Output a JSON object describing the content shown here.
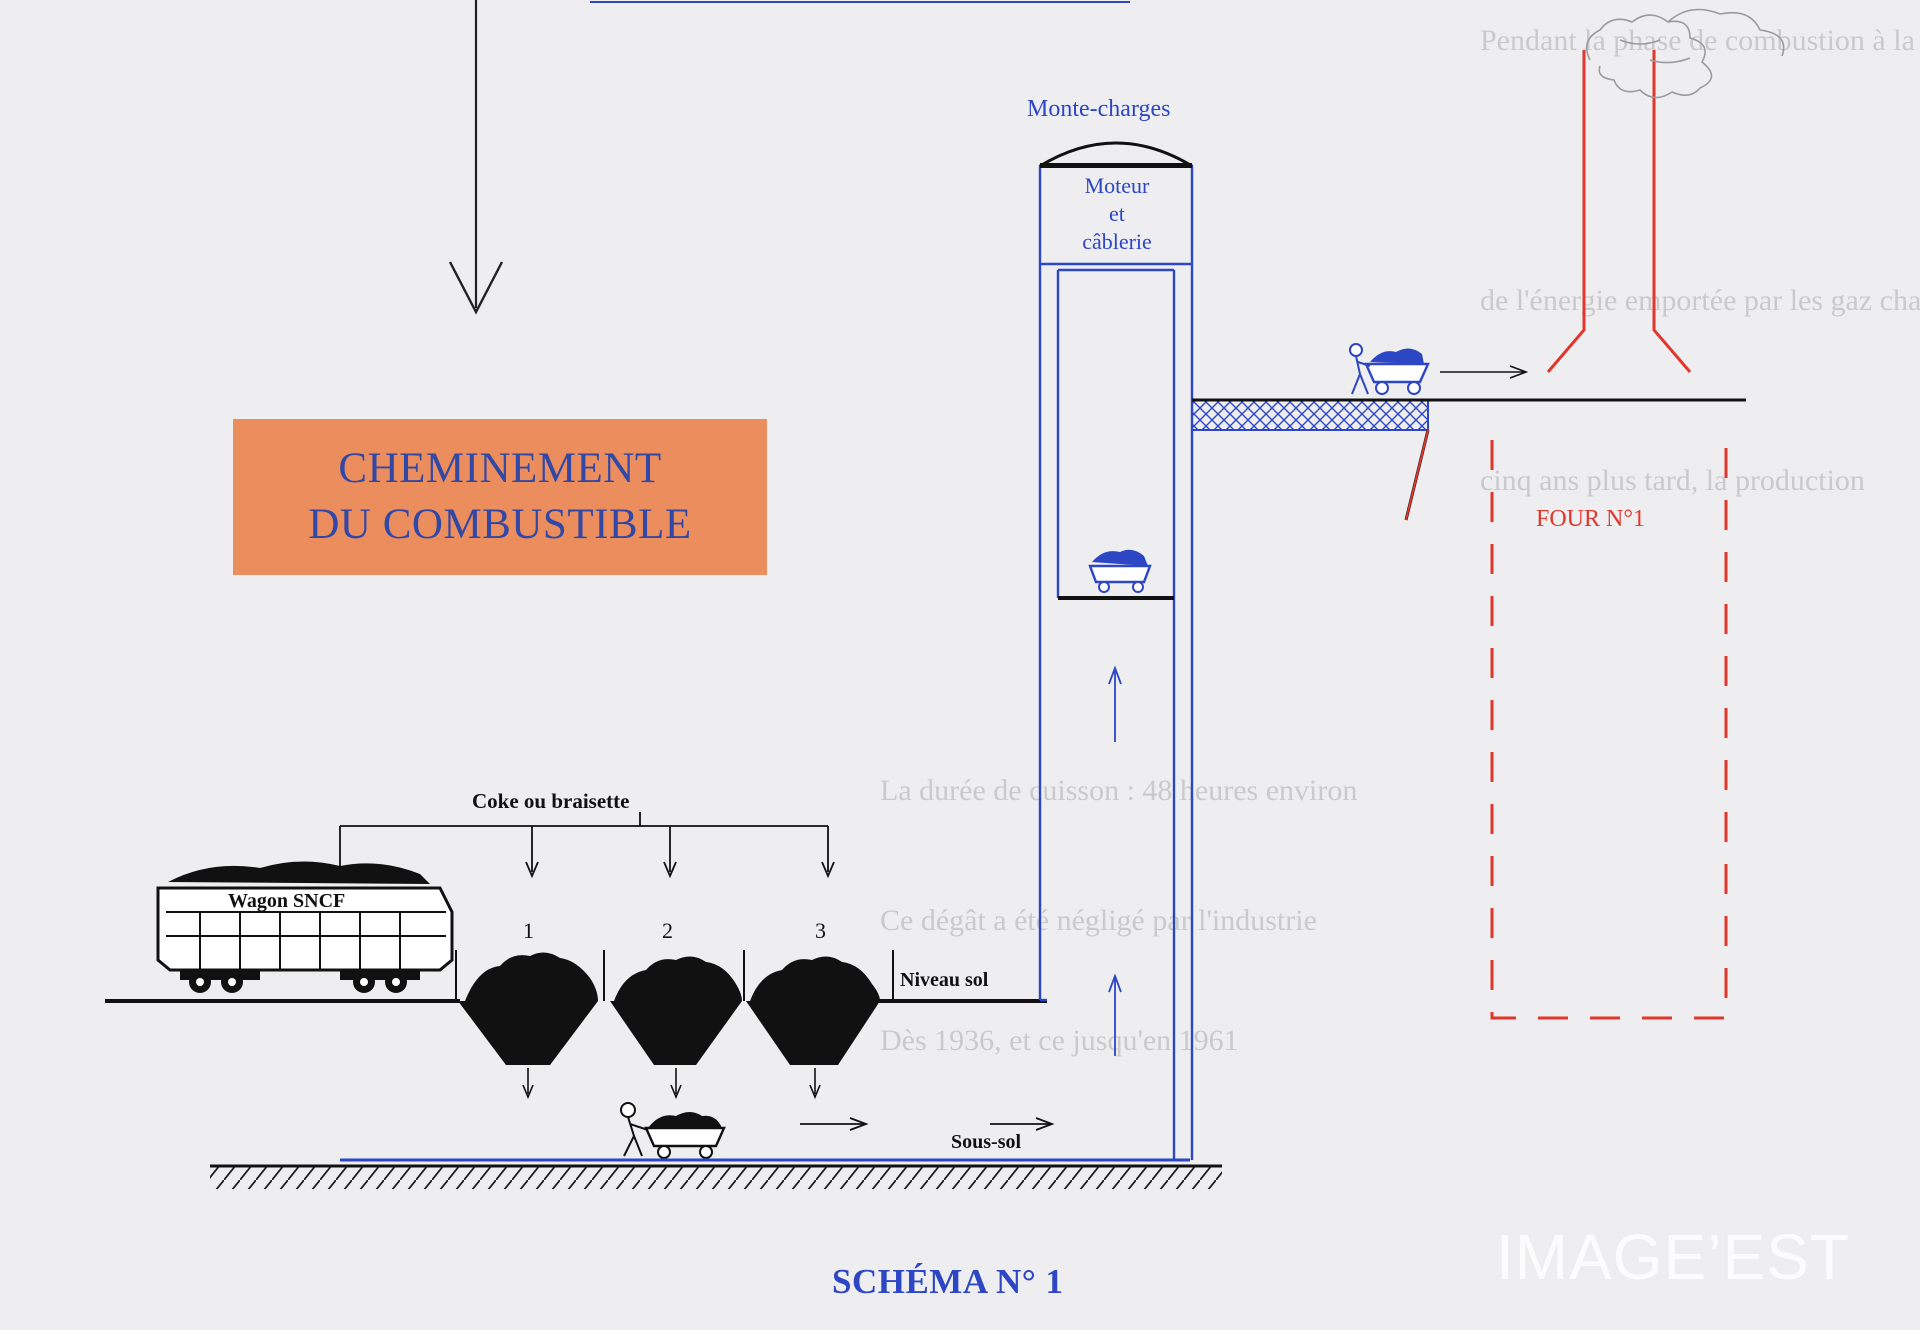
{
  "title": {
    "line1": "CHEMINEMENT",
    "line2": "DU COMBUSTIBLE"
  },
  "labels": {
    "monte_charges": "Monte-charges",
    "moteur": "Moteur",
    "et": "et",
    "cablerie": "câblerie",
    "coke": "Coke  ou braisette",
    "wagon": "Wagon  SNCF",
    "niveau_sol": "Niveau sol",
    "sous_sol": "Sous-sol",
    "four": "FOUR N°1",
    "hoppers": [
      "1",
      "2",
      "3"
    ]
  },
  "caption": "SCHÉMA N° 1",
  "watermark": "IMAGE’EST",
  "background_text": [
    "Pendant la phase de combustion à la base de",
    "de l'énergie emportée par les gaz chauds",
    "cinq ans plus tard, la production",
    "La durée de cuisson : 48 heures environ",
    "Ce dégât a été négligé par l'industrie",
    "Dès 1936, et ce jusqu'en 1961"
  ],
  "colors": {
    "background": "#eeeef0",
    "title_box": "#ec8d5e",
    "title_text": "#3148a6",
    "blue_lines": "#2c46c4",
    "red_lines": "#e2362c",
    "ink": "#111111"
  }
}
